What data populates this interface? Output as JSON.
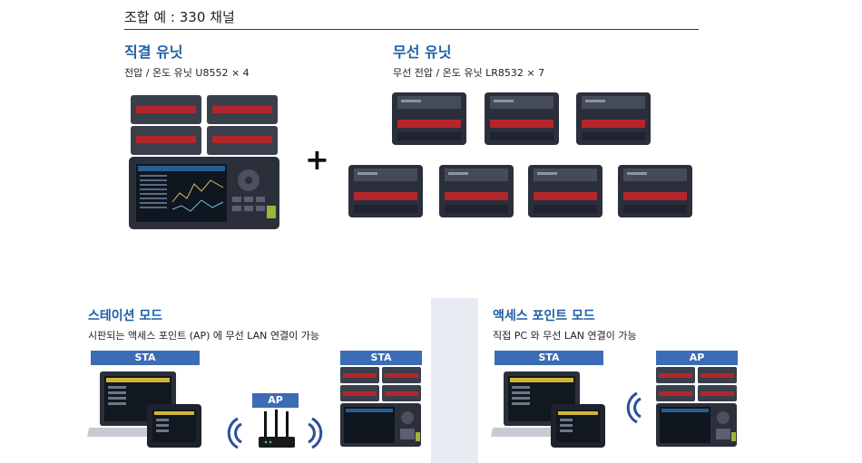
{
  "header": {
    "title": "조합 예 : 330 채널"
  },
  "direct": {
    "title": "직결 유닛",
    "subtitle": "전압 / 온도 유닛 U8552 × 4"
  },
  "plus_sign": "+",
  "wireless": {
    "title": "무선 유닛",
    "subtitle": "무선 전압 / 온도 유닛 LR8532 × 7"
  },
  "station_mode": {
    "title": "스테이션 모드",
    "subtitle": "시판되는 액세스 포인트 (AP) 에 무선 LAN 연결이 가능",
    "label_sta_left": "STA",
    "label_ap": "AP",
    "label_sta_right": "STA"
  },
  "ap_mode": {
    "title": "액세스 포인트 모드",
    "subtitle": "직접 PC 와 무선 LAN 연결이 가능",
    "label_sta": "STA",
    "label_ap": "AP"
  },
  "colors": {
    "accent_blue": "#1f5fa8",
    "label_blue": "#3b6cb5",
    "panel_gray": "#e9ebf2",
    "strip_red": "#b3262b"
  }
}
